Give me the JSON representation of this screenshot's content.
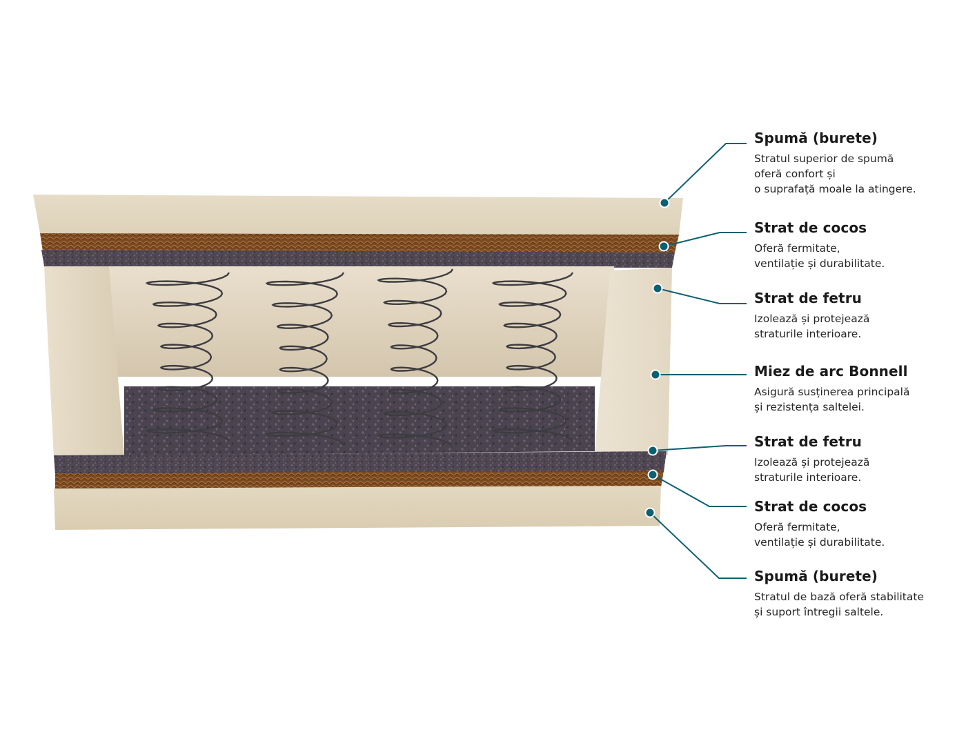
{
  "accent_color": "#0d5f72",
  "layers": [
    {
      "title": "Spumă (burete)",
      "lines": [
        "Stratul superior de spumă",
        "oferă confort și",
        "o suprafață moale la atingere."
      ]
    },
    {
      "title": "Strat de cocos",
      "lines": [
        "Oferă fermitate,",
        "ventilație și durabilitate."
      ]
    },
    {
      "title": "Strat de fetru",
      "lines": [
        "Izolează și protejează",
        "straturile interioare."
      ]
    },
    {
      "title": "Miez de arc Bonnell",
      "lines": [
        "Asigură susținerea principală",
        "și rezistența saltelei."
      ]
    },
    {
      "title": "Strat de fetru",
      "lines": [
        "Izolează și protejează",
        "straturile interioare."
      ]
    },
    {
      "title": "Strat de cocos",
      "lines": [
        "Oferă fermitate,",
        "ventilație și durabilitate."
      ]
    },
    {
      "title": "Spumă (burete)",
      "lines": [
        "Stratul de bază oferă stabilitate",
        "și suport întregii saltele."
      ]
    }
  ]
}
